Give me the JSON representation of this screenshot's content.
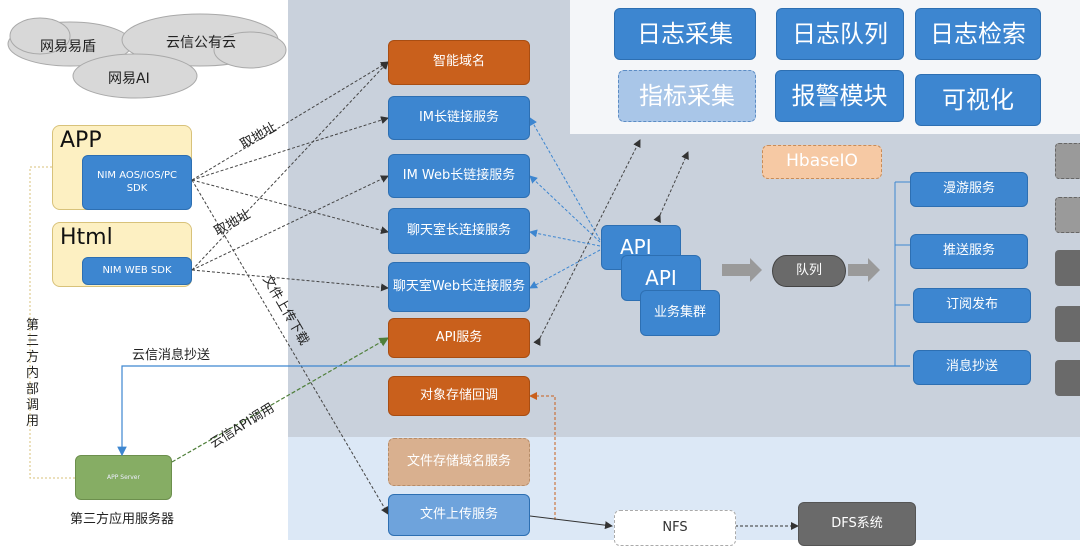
{
  "clouds": [
    "网易易盾",
    "云信公有云",
    "网易AI"
  ],
  "clients": {
    "app_title": "APP",
    "app_sdk": "NIM AOS/IOS/PC SDK",
    "html_title": "Html",
    "html_sdk": "NIM WEB SDK"
  },
  "third_party": {
    "internal_call": "第三方内部调用",
    "app_server": "APP Server",
    "server_label": "第三方应用服务器"
  },
  "edge_labels": {
    "get_addr_1": "取地址",
    "get_addr_2": "取地址",
    "file_updown": "文件上传下载",
    "msg_copy": "云信消息抄送",
    "api_call": "云信API调用"
  },
  "services": {
    "smart_dns": "智能域名",
    "im_long": "IM长链接服务",
    "im_web_long": "IM Web长链接服务",
    "chatroom_long": "聊天室长连接服务",
    "chatroom_web_long": "聊天室Web长连接服务",
    "api_service": "API服务",
    "oss_callback": "对象存储回调",
    "file_storage_dns": "文件存储域名服务",
    "file_upload": "文件上传服务"
  },
  "top_modules": [
    "日志采集",
    "日志队列",
    "日志检索",
    "指标采集",
    "报警模块",
    "可视化"
  ],
  "core": {
    "hbase": "HbaseIO",
    "api_1": "API",
    "api_2": "API",
    "biz_cluster": "业务集群",
    "queue": "队列"
  },
  "right_services": [
    "漫游服务",
    "推送服务",
    "订阅发布",
    "消息抄送"
  ],
  "storage": {
    "nfs": "NFS",
    "dfs": "DFS系统"
  },
  "colors": {
    "blue": "#3d86d0",
    "orange": "#c9601c",
    "tan": "#d9b08f",
    "zone_gray": "#c9d1dc",
    "zone_light": "#dce8f6",
    "client_yellow": "#fdf0c2",
    "server_green": "#86ad64"
  }
}
